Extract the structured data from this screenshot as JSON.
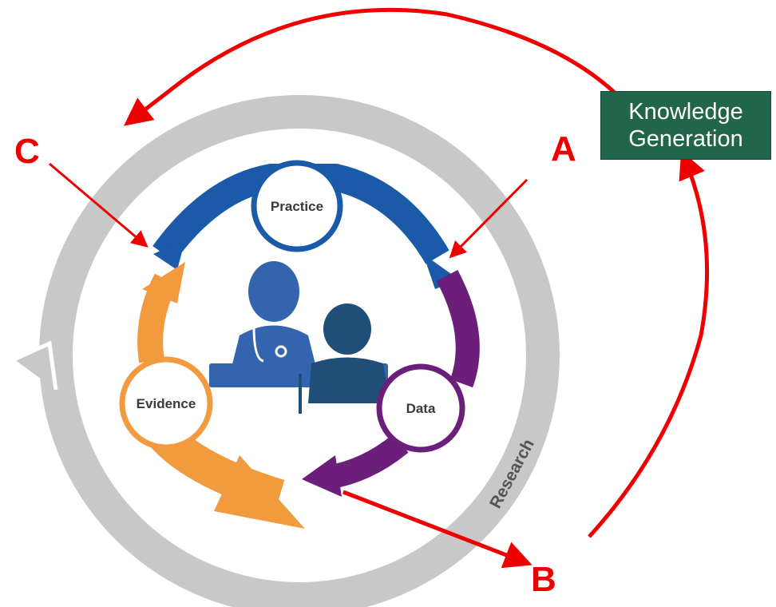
{
  "nodes": {
    "practice": "Practice",
    "data": "Data",
    "evidence": "Evidence"
  },
  "ring_label": "Research",
  "callouts": {
    "a": "A",
    "b": "B",
    "c": "C"
  },
  "knowledge_box": {
    "line1": "Knowledge",
    "line2": "Generation"
  },
  "colors": {
    "practice_arrow": "#1a5aa8",
    "data_arrow": "#6b1f7a",
    "evidence_arrow": "#f19a3e",
    "outer_ring": "#c8c8c8",
    "annotation": "#ee0000",
    "knowledge_box": "#21654a",
    "people": "#3464ad"
  }
}
